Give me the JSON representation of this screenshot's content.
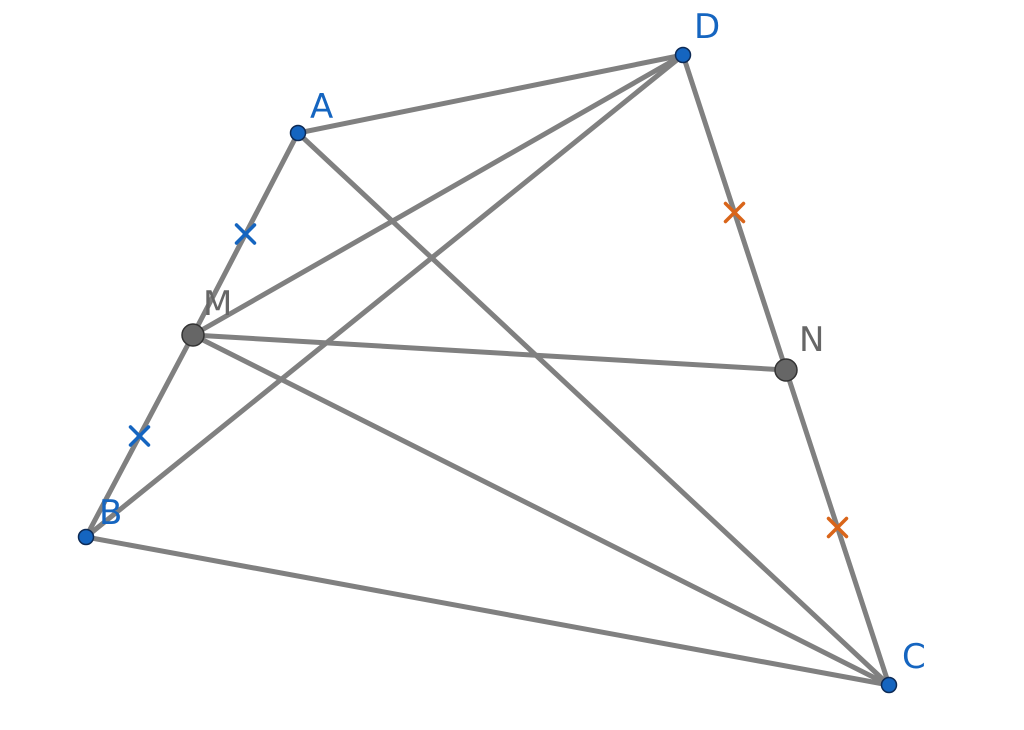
{
  "diagram": {
    "points": {
      "A": {
        "label": "A",
        "kind": "main"
      },
      "B": {
        "label": "B",
        "kind": "main"
      },
      "C": {
        "label": "C",
        "kind": "main"
      },
      "D": {
        "label": "D",
        "kind": "main"
      },
      "M": {
        "label": "M",
        "kind": "midpoint"
      },
      "N": {
        "label": "N",
        "kind": "midpoint"
      }
    },
    "segments": [
      [
        "A",
        "D"
      ],
      [
        "A",
        "M"
      ],
      [
        "M",
        "B"
      ],
      [
        "B",
        "C"
      ],
      [
        "D",
        "N"
      ],
      [
        "N",
        "C"
      ],
      [
        "A",
        "C"
      ],
      [
        "B",
        "D"
      ],
      [
        "M",
        "D"
      ],
      [
        "M",
        "C"
      ],
      [
        "M",
        "N"
      ]
    ],
    "equal_marks": [
      {
        "segment": [
          "A",
          "M"
        ],
        "color": "blue"
      },
      {
        "segment": [
          "M",
          "B"
        ],
        "color": "blue"
      },
      {
        "segment": [
          "D",
          "N"
        ],
        "color": "orange"
      },
      {
        "segment": [
          "N",
          "C"
        ],
        "color": "orange"
      }
    ],
    "colors": {
      "segment": "#808080",
      "main_point": "#1565c0",
      "midpoint": "#666666",
      "mark_blue": "#1565c0",
      "mark_orange": "#d9651a"
    }
  }
}
